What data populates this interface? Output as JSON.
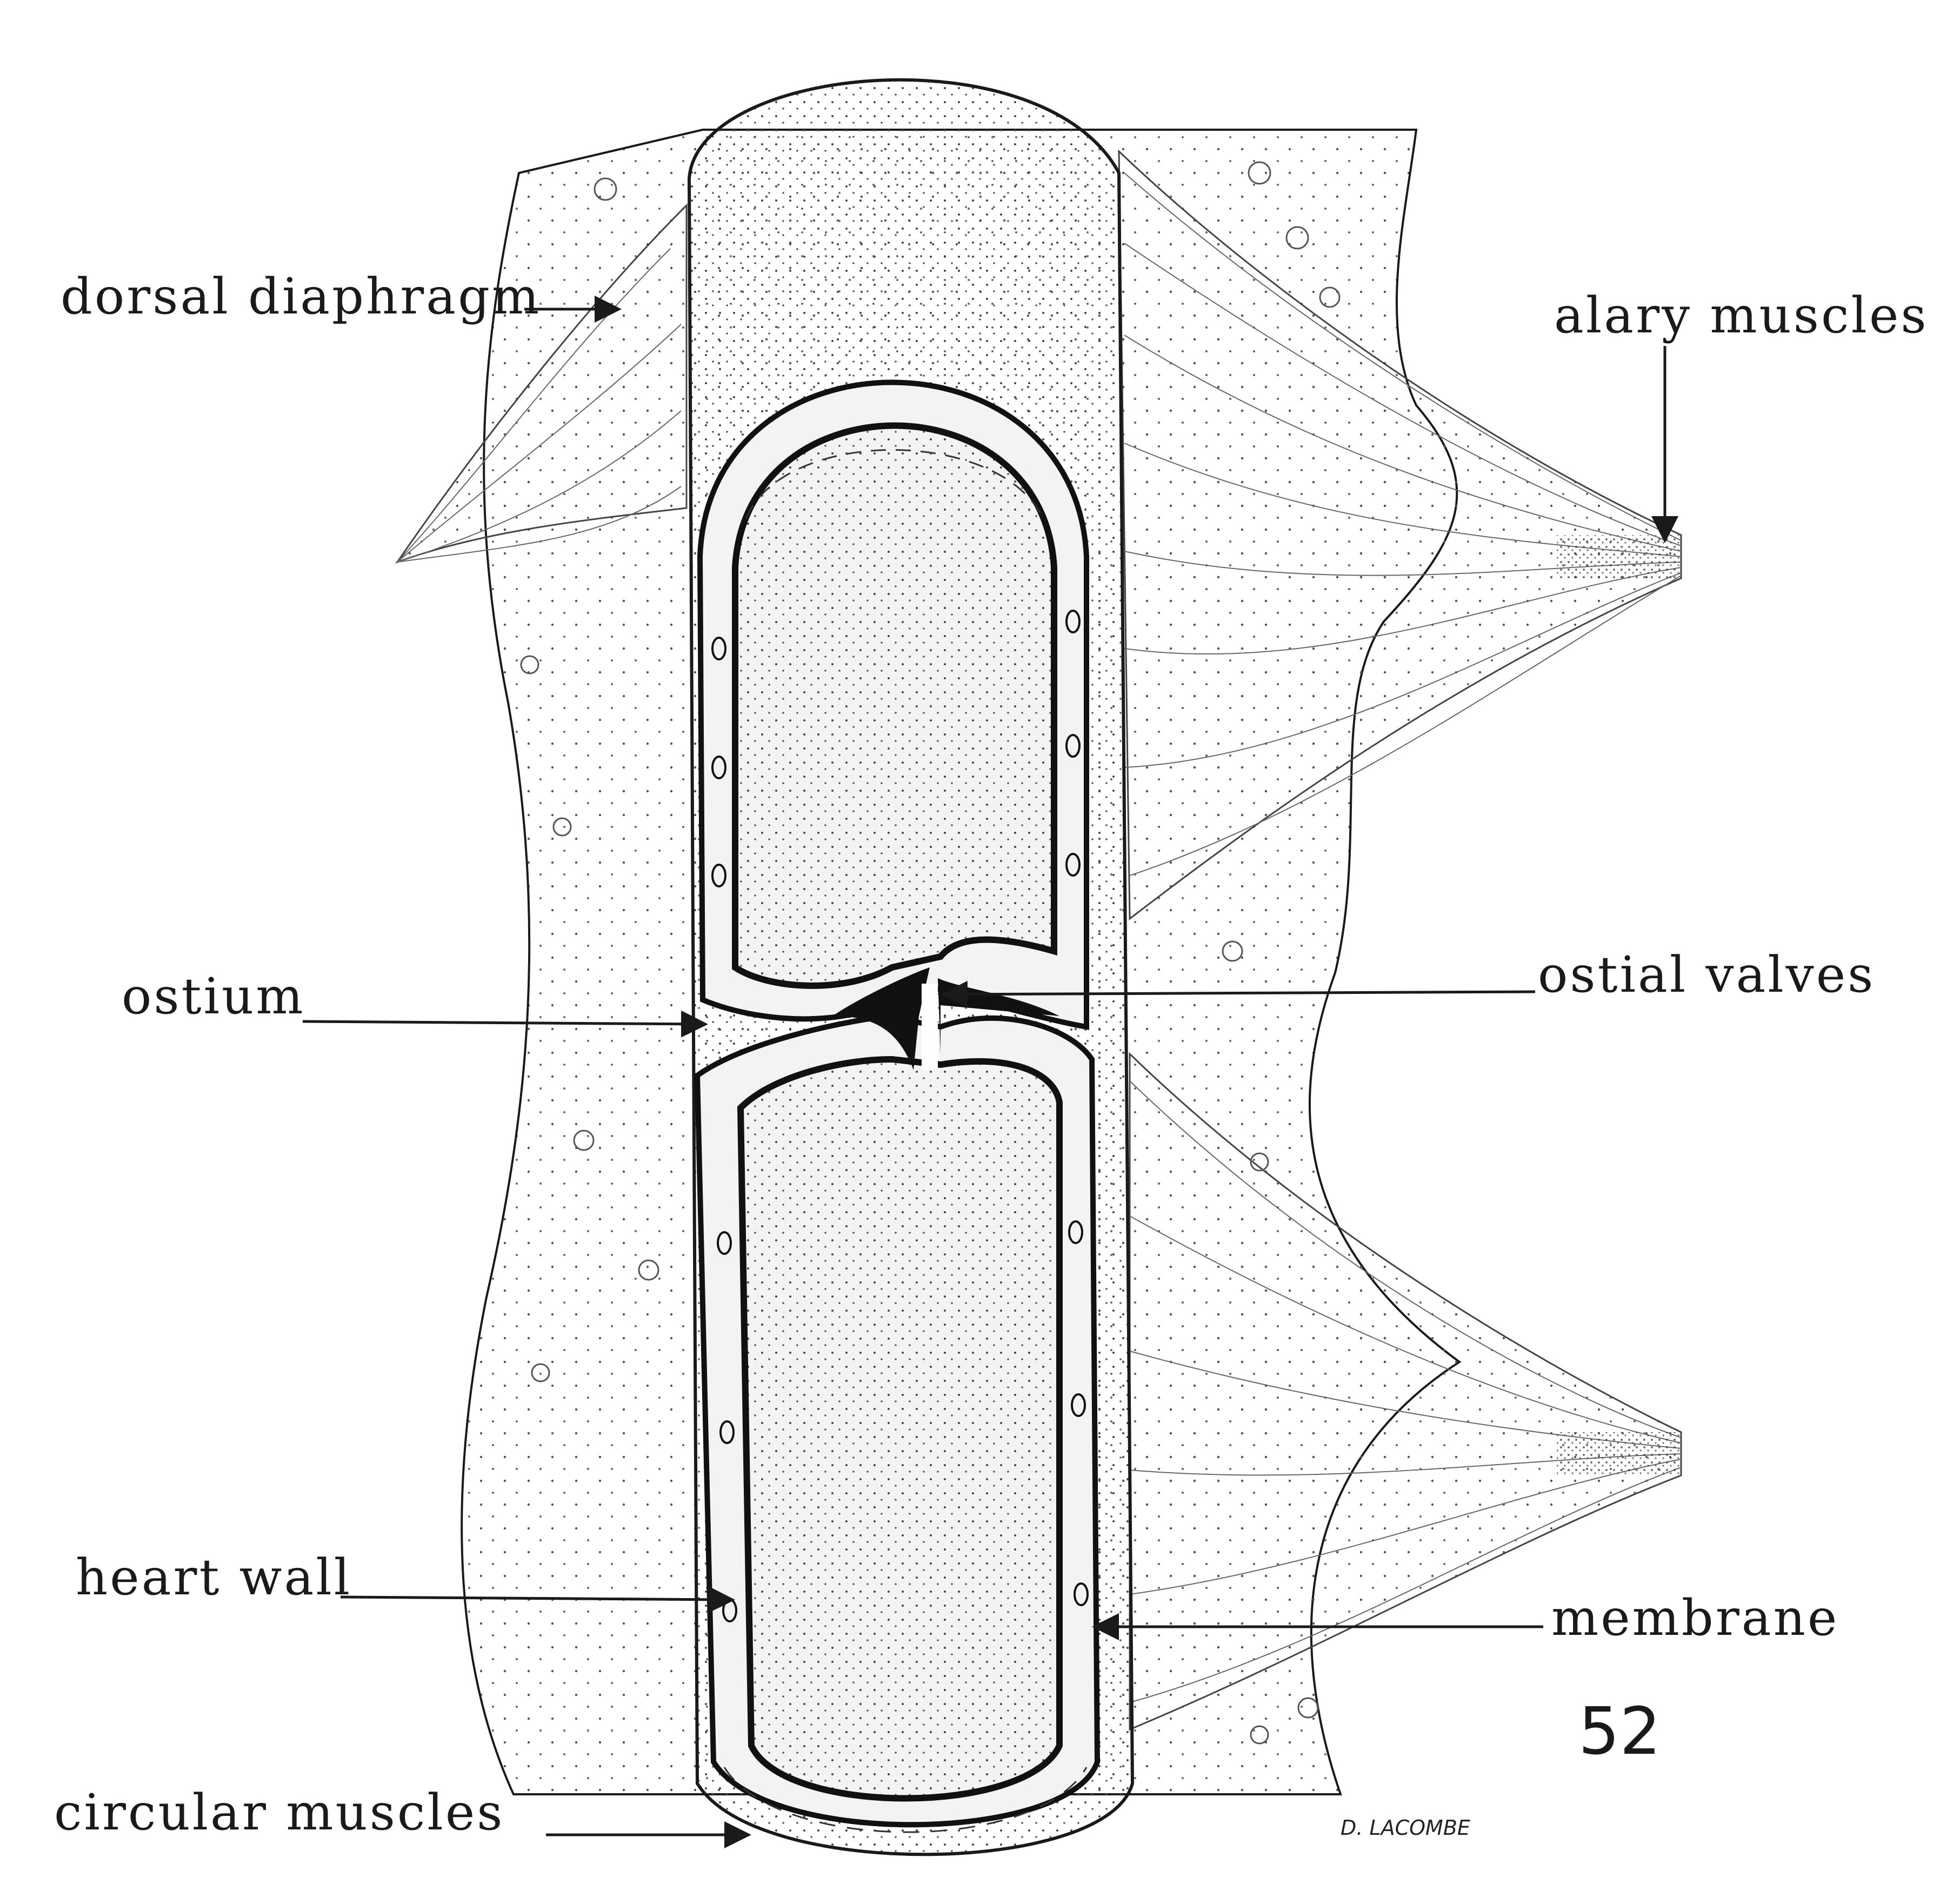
{
  "labels": {
    "dorsal_diaphragm": "dorsal diaphragm",
    "alary_muscles": "alary muscles",
    "ostium": "ostium",
    "ostial_valves": "ostial valves",
    "heart_wall": "heart wall",
    "membrane": "membrane",
    "circular_muscles": "circular muscles"
  },
  "figure_number": "52",
  "signature": "D. LACOMBE",
  "colors": {
    "ink": "#1a1a1a",
    "paper": "#ffffff",
    "stipple": "#444444"
  }
}
